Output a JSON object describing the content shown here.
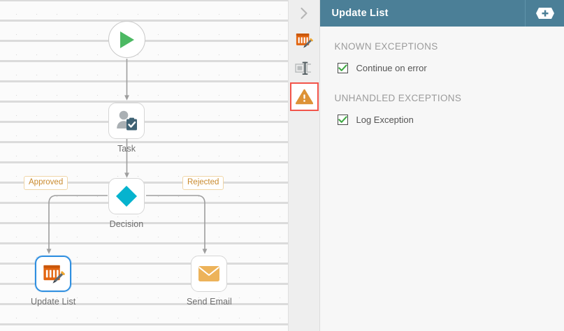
{
  "canvas": {
    "nodes": [
      {
        "id": "start",
        "icon": "play-icon",
        "label": ""
      },
      {
        "id": "task",
        "icon": "user-task-icon",
        "label": "Task"
      },
      {
        "id": "decision",
        "icon": "diamond-icon",
        "label": "Decision"
      },
      {
        "id": "update-list",
        "icon": "list-edit-icon",
        "label": "Update List"
      },
      {
        "id": "send-email",
        "icon": "envelope-icon",
        "label": "Send Email"
      }
    ],
    "edge_labels": [
      {
        "id": "approved",
        "text": "Approved"
      },
      {
        "id": "rejected",
        "text": "Rejected"
      }
    ],
    "colors": {
      "start_green": "#4cb963",
      "decision_cyan": "#06b3ce",
      "list_orange": "#e2640f",
      "envelope_orange": "#edb35a",
      "selected_blue": "#2f8fe0",
      "connector_gray": "#9e9e9e",
      "edge_label_text": "#c98a2e",
      "edge_label_border": "#f0d6a8"
    }
  },
  "iconbar": {
    "collapse": {
      "name": "chevron-right-icon",
      "title": "Expand"
    },
    "items": [
      {
        "id": "list-edit",
        "name": "list-edit-icon",
        "active": false
      },
      {
        "id": "properties",
        "name": "properties-icon",
        "active": false
      },
      {
        "id": "exceptions",
        "name": "warning-icon",
        "active": true
      }
    ]
  },
  "panel": {
    "title": "Update List",
    "add_button": {
      "name": "add-icon",
      "label": "+"
    },
    "sections": [
      {
        "id": "known",
        "title": "KNOWN EXCEPTIONS",
        "options": [
          {
            "id": "continue-on-error",
            "label": "Continue on error",
            "checked": true
          }
        ]
      },
      {
        "id": "unhandled",
        "title": "UNHANDLED EXCEPTIONS",
        "options": [
          {
            "id": "log-exception",
            "label": "Log Exception",
            "checked": true
          }
        ]
      }
    ],
    "colors": {
      "header": "#4b7f97",
      "check_green": "#3fa843"
    }
  }
}
